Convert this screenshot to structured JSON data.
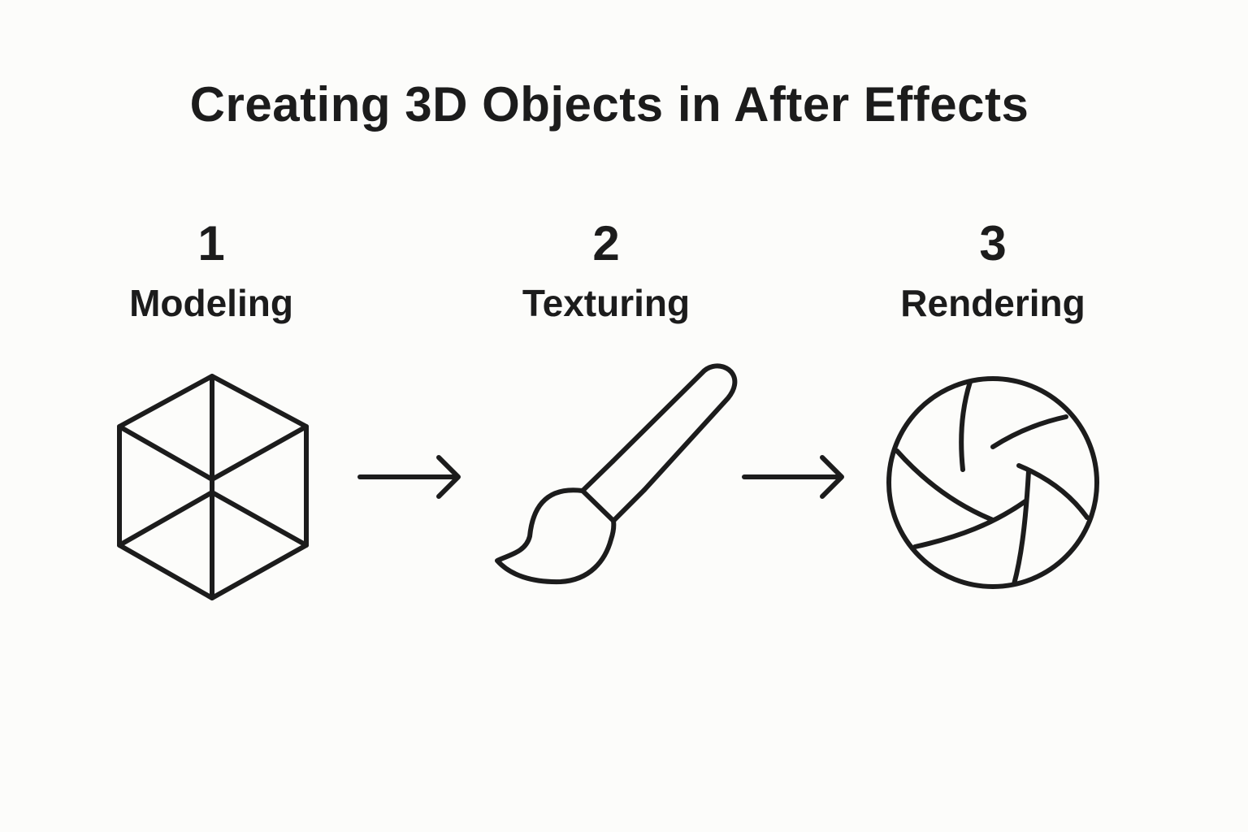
{
  "title": "Creating 3D Objects in After Effects",
  "steps": [
    {
      "number": "1",
      "label": "Modeling",
      "icon": "cube-icon"
    },
    {
      "number": "2",
      "label": "Texturing",
      "icon": "paintbrush-icon"
    },
    {
      "number": "3",
      "label": "Rendering",
      "icon": "aperture-icon"
    }
  ],
  "connectors": [
    "arrow-right-icon",
    "arrow-right-icon"
  ],
  "colors": {
    "background": "#fcfcfa",
    "ink": "#1c1c1c"
  }
}
